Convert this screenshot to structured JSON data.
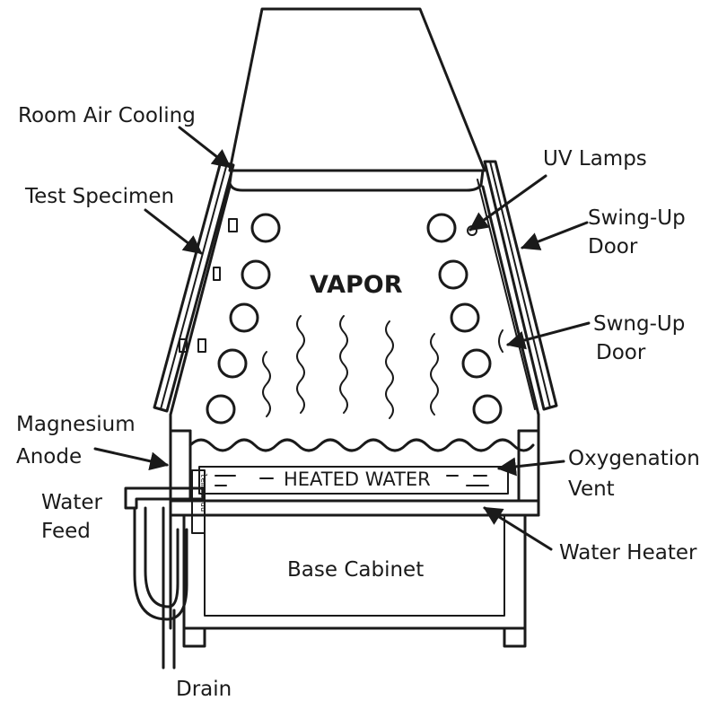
{
  "labels": {
    "room_air_cooling": "Room Air Cooling",
    "test_specimen": "Test Specimen",
    "uv_lamps": "UV Lamps",
    "swing_up_door_1": [
      "Swing-Up",
      "Door"
    ],
    "swing_up_door_2": [
      "Swng-Up",
      "Door"
    ],
    "vapor": "VAPOR",
    "magnesium_anode": [
      "Magnesium",
      "Anode"
    ],
    "water_feed": [
      "Water",
      "Feed"
    ],
    "heated_water": "HEATED WATER",
    "oxygenation_vent": [
      "Oxygenation",
      "Vent"
    ],
    "water_heater": "Water Heater",
    "base_cabinet": "Base Cabinet",
    "drain": "Drain",
    "anode_strip_text": "lemmmeuu"
  },
  "colors": {
    "line": "#1a1a1a",
    "background": "#ffffff"
  }
}
